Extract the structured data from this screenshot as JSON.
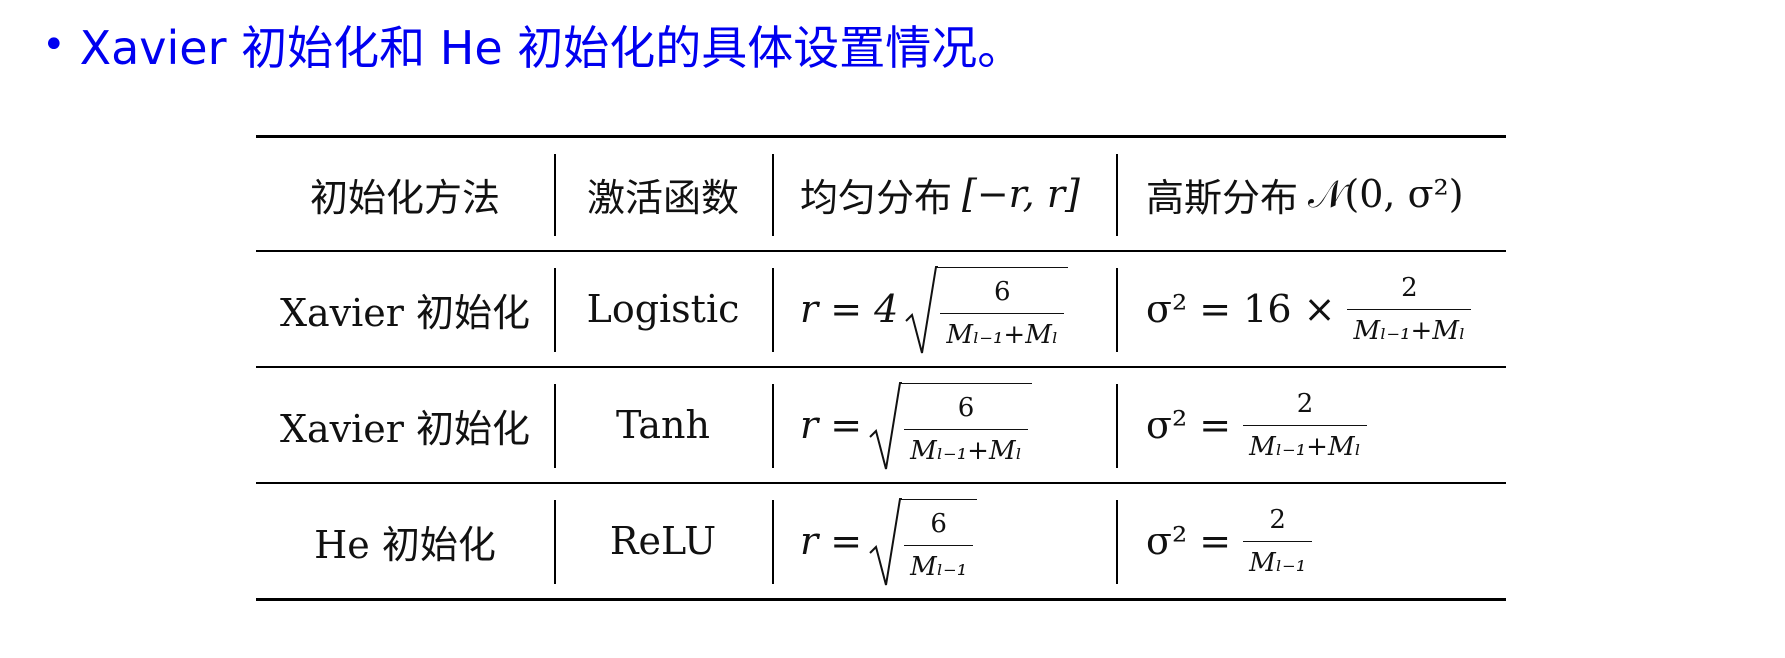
{
  "heading": {
    "bullet": "•",
    "text": "Xavier 初始化和 He 初始化的具体设置情况。"
  },
  "table": {
    "headers": {
      "method": "初始化方法",
      "activation": "激活函数",
      "uniform_prefix": "均匀分布",
      "uniform_interval": "[−r, r]",
      "gaussian_prefix": "高斯分布",
      "gaussian_symbol": "𝒩(0, σ²)"
    },
    "rows": [
      {
        "method": "Xavier 初始化",
        "activation": "Logistic",
        "uniform_lhs": "r = 4",
        "uniform_num": "6",
        "uniform_den": "Mₗ₋₁+Mₗ",
        "gaussian_lhs": "σ² = 16 ×",
        "gaussian_num": "2",
        "gaussian_den": "Mₗ₋₁+Mₗ"
      },
      {
        "method": "Xavier 初始化",
        "activation": "Tanh",
        "uniform_lhs": "r =",
        "uniform_num": "6",
        "uniform_den": "Mₗ₋₁+Mₗ",
        "gaussian_lhs": "σ² =",
        "gaussian_num": "2",
        "gaussian_den": "Mₗ₋₁+Mₗ"
      },
      {
        "method": "He 初始化",
        "activation": "ReLU",
        "uniform_lhs": "r =",
        "uniform_num": "6",
        "uniform_den": "Mₗ₋₁",
        "gaussian_lhs": "σ² =",
        "gaussian_num": "2",
        "gaussian_den": "Mₗ₋₁"
      }
    ]
  }
}
